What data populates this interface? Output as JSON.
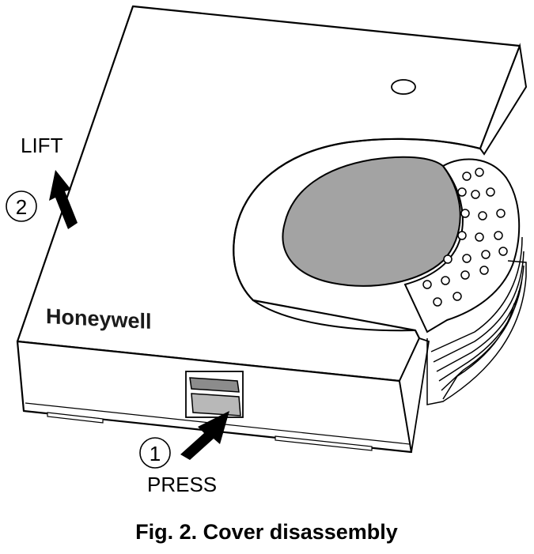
{
  "figure": {
    "caption": "Fig. 2. Cover disassembly",
    "brand": "Honeywell",
    "steps": [
      {
        "number": "1",
        "label": "PRESS"
      },
      {
        "number": "2",
        "label": "LIFT"
      }
    ]
  },
  "colors": {
    "line": "#000000",
    "face_grey": "#a3a3a3",
    "tab_grey": "#8c8c8c",
    "background": "#ffffff"
  },
  "icons": [
    "arrow-up-icon",
    "arrow-press-icon"
  ]
}
